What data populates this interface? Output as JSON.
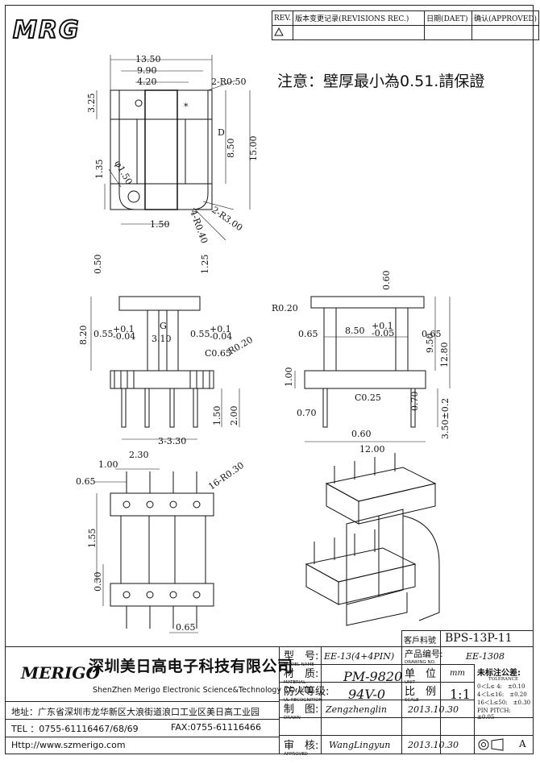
{
  "logo": "MRG",
  "revisions": {
    "rev": "REV.",
    "rec": "版本变更记录(REVISIONS REC.)",
    "date": "日期(DAET)",
    "approved": "确认(APPROVED)"
  },
  "note": "注意：壁厚最小為0.51.請保證",
  "dims": {
    "A": "13.50",
    "B": "9.90",
    "C": "4.20",
    "D": "8.50",
    "E": "15.00",
    "r050": "2-R0.50",
    "h325": "3.25",
    "h135": "1.35",
    "phi150": "φ1.50",
    "w150": "1.50",
    "r040": "4-R0.40",
    "r300": "2-R3.00",
    "star": "*",
    "v050": "0.50",
    "v125": "1.25",
    "F": "8.20",
    "G": "3.10",
    "w055a": "0.55",
    "w055b": "0.55",
    "tolp01": "+0.1",
    "tolm004": "-0.04",
    "c065": "C0.65",
    "r020a": "R0.20",
    "H": "1.50",
    "v200": "2.00",
    "I": "3-3.30",
    "r020b": "R0.20",
    "v060": "0.60",
    "w065a": "0.65",
    "w850": "8.50",
    "tolp01b": "+0.1",
    "tolm005": "-0.05",
    "w065b": "0.65",
    "L": "9.50",
    "K": "12.80",
    "M": "1.00",
    "c025": "C0.25",
    "w070a": "0.70",
    "w070b": "0.70",
    "v350": "3.50±0.2",
    "N": "0.60",
    "O": "12.00",
    "w100": "1.00",
    "w230": "2.30",
    "r030": "16-R0.30",
    "w065c": "0.65",
    "h155": "1.55",
    "h030": "0.30",
    "w065d": "0.65"
  },
  "title_block": {
    "part_no_label": "客戶料號",
    "part_no": "BPS-13P-11",
    "merigo": "MERIGO",
    "company_cn": "深圳美日高电子科技有限公司",
    "company_en": "ShenZhen Merigo Electronic Science&Technology CO.,LTD",
    "address": "地址：广东省深圳市龙华新区大浪街道浪口工业区美日高工业园",
    "tel": "TEL ：0755-61116467/68/69",
    "fax": "FAX:0755-61116466",
    "web": "Http://www.szmerigo.com",
    "model_label": "型　号:",
    "model_sub": "MODEL NAME",
    "model": "EE-13(4+4PIN)",
    "drawing_label": "产品编号:",
    "drawing_sub": "DRAWING NO.",
    "drawing": "EE-1308",
    "material_label": "材　质:",
    "material_sub": "MATERIAL",
    "material": "PM-9820",
    "unit_label": "单　位",
    "unit_sub": "UNIT",
    "unit": "mm",
    "fire_label": "防火等级:",
    "fire_sub": "UL RECOGNITION",
    "fire": "94V-0",
    "scale_label": "比　例",
    "scale_sub": "SCALE",
    "scale": "1:1",
    "drawn_label": "制　图:",
    "drawn_sub": "DRAWN",
    "drawn": "Zengzhenglin",
    "drawn_date": "2013.10.30",
    "approved_label": "审　核:",
    "approved_sub": "APPROVED",
    "approved": "WangLingyun",
    "approved_date": "2013.10.30",
    "tolerance_title": "未标注公差:",
    "tolerance_sub": "TOLERANCE",
    "tol1": "0＜L≤ 4:　±0.10",
    "tol2": "4＜L≤16:　±0.20",
    "tol3": "16＜L≤50:　±0.30",
    "tol4": "PIN PITCH:　±0.05",
    "size": "A"
  }
}
